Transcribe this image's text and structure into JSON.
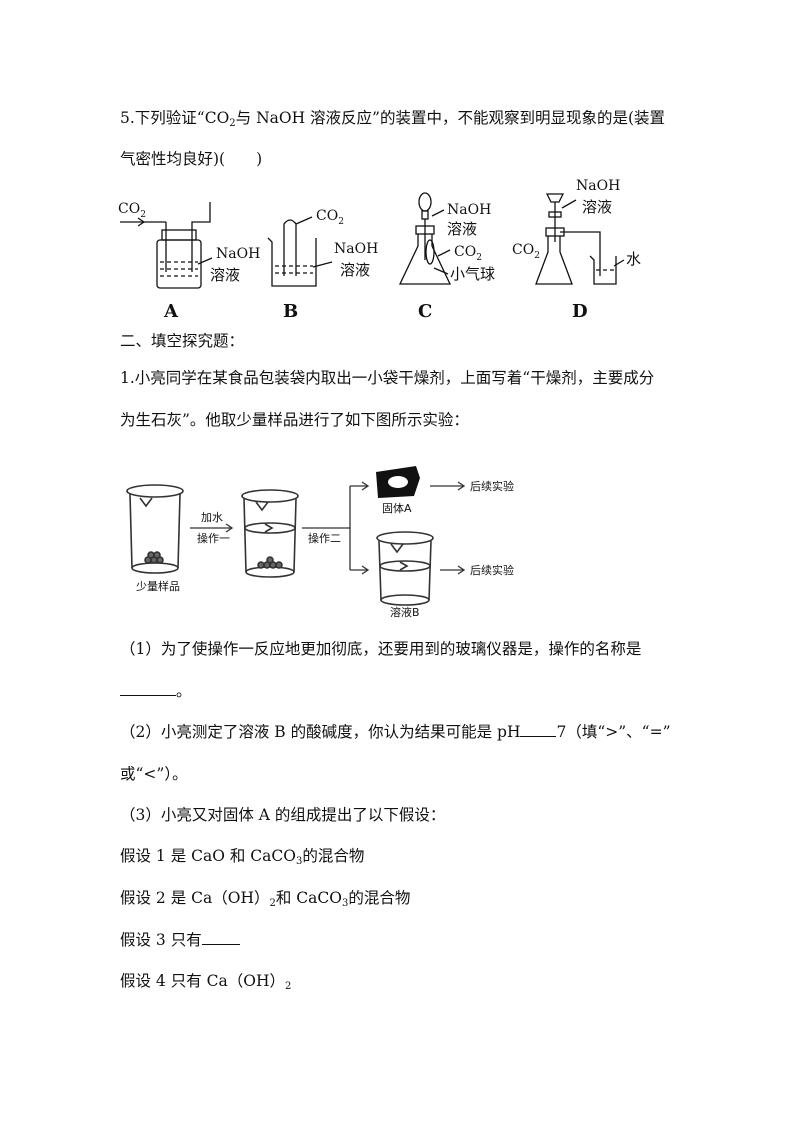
{
  "q5": {
    "a": "5.下列验证“CO",
    "b": "与 NaOH 溶液反应”的装置中，不能观察到明显现象的是(装置",
    "line2": "气密性均良好)(　　)",
    "sub2": "2"
  },
  "figure1": {
    "co2": "CO",
    "sub2": "2",
    "naoh": "NaOH",
    "rongye": "溶液",
    "xiaoqiqiu": "小气球",
    "shui": "水",
    "labels": [
      "A",
      "B",
      "C",
      "D"
    ]
  },
  "section2": "二、填空探究题：",
  "q1": {
    "line1": "1.小亮同学在某食品包装袋内取出一小袋干燥剂，上面写着“干燥剂，主要成分",
    "line2": "为生石灰”。他取少量样品进行了如下图所示实验："
  },
  "figure2": {
    "sample": "少量样品",
    "jiashui": "加水",
    "op1": "操作一",
    "op2": "操作二",
    "solidA": "固体A",
    "solutionB": "溶液B",
    "follow1": "后续实验",
    "follow2": "后续实验"
  },
  "sub1": {
    "text": "（1）为了使操作一反应地更加彻底，还要用到的玻璃仪器是，操作的名称是",
    "end": "。"
  },
  "sub2": {
    "a": "（2）小亮测定了溶液 B 的酸碱度，你认为结果可能是 pH",
    "b": "7（填“>”、“=”",
    "line2": "或“<”）。"
  },
  "sub3": {
    "text": "（3）小亮又对固体 A 的组成提出了以下假设：",
    "h1a": "假设 1 是 CaO 和 CaCO",
    "h1b": "的混合物",
    "h2a": "假设 2 是 Ca（OH）",
    "h2b": "和 CaCO",
    "h2c": "的混合物",
    "h3": "假设 3 只有",
    "h4": "假设 4 只有 Ca（OH）",
    "s2": "2",
    "s3": "3"
  }
}
